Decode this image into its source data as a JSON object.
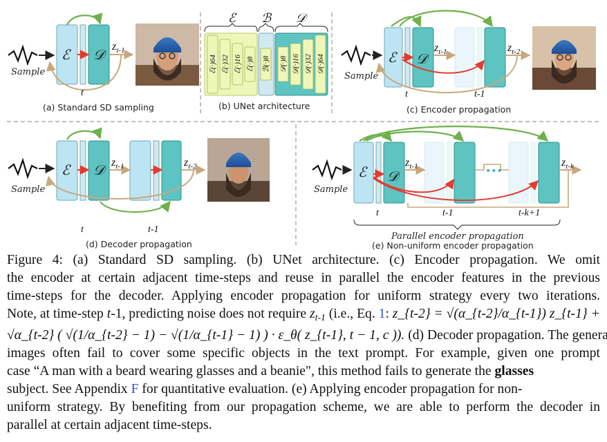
{
  "panels": {
    "a": {
      "caption": "(a) Standard SD sampling",
      "sample": "Sample",
      "enc": "ℰ",
      "dec": "𝒟",
      "z_out": "z",
      "z_out_sub": "t-1",
      "step": "t"
    },
    "b": {
      "caption": "(b) UNet architecture",
      "enc_head": "ℰ",
      "mid_head": "ℬ",
      "dec_head": "𝒟",
      "enc_blocks": [
        "ℰ(·)64",
        "ℰ(·)32",
        "ℰ(·)16",
        "ℰ(·)8"
      ],
      "mid_block": "ℬ(·)8",
      "dec_blocks": [
        "𝒟(·)8",
        "𝒟(·)16",
        "𝒟(·)32",
        "𝒟(·)64"
      ]
    },
    "c": {
      "caption": "(c) Encoder propagation",
      "sample": "Sample",
      "z1": "z",
      "z1_sub": "t-1",
      "z2": "z",
      "z2_sub": "t-2",
      "step1": "t",
      "step2": "t-1"
    },
    "d": {
      "caption": "(d) Decoder propagation",
      "sample": "Sample",
      "z1": "z",
      "z1_sub": "t-1",
      "z2": "z",
      "z2_sub": "t-2",
      "step1": "t",
      "step2": "t-1"
    },
    "e": {
      "caption": "(e) Non-uniform encoder propagation",
      "sample": "Sample",
      "z1": "z",
      "z1_sub": "t-1",
      "zk": "z",
      "zk_sub": "t-k",
      "step1": "t",
      "step2": "t-1",
      "step3": "t-k+1",
      "brace_label": "Parallel encoder propagation",
      "dots": "•••"
    }
  },
  "caption": {
    "line1": "Figure 4: (a) Standard SD sampling. (b) UNet architecture. (c) Encoder propagation. We omit",
    "line2": "the encoder at certain adjacent time-steps and reuse in parallel the encoder features in the previous",
    "line3": "time-steps for the decoder. Applying encoder propagation for uniform strategy every two iterations.",
    "line4_a": "Note, at time-step ",
    "line4_b": "t",
    "line4_c": "-1, predicting noise does not require ",
    "line4_d": "z",
    "line4_e": "t-1",
    "line4_f": " (i.e., Eq. ",
    "line4_g": "1",
    "line4_h": ": ",
    "line4_math": "z_{t-2} = √(α_{t-2}/α_{t-1}) z_{t-1} +",
    "line5_math": "√α_{t-2} ( √(1/α_{t-2} − 1) − √(1/α_{t-1} − 1) ) · ε_θ( z_{t-1}, t − 1, c )).",
    "line5_b": " (d) Decoder propagation. The generated",
    "line6": "images often fail to cover some specific objects in the text prompt. For example, given one prompt",
    "line7_a": "case “A man with a beard wearing glasses and a beanie\", this method fails to generate the ",
    "line7_b": "glasses",
    "line8_a": "subject. See Appendix ",
    "line8_b": "F",
    "line8_c": " for quantitative evaluation. (e) Applying encoder propagation for non-",
    "line9": "uniform strategy. By benefiting from our propagation scheme, we are able to perform the decoder in",
    "line10": "parallel at certain adjacent time-steps."
  },
  "colors": {
    "enc": "#bde4f2",
    "dec": "#5ec4c2",
    "bottleneck": "#cfe9ee",
    "blockYellow": "#eef7b8",
    "flow": "#c9a77c",
    "green": "#6fb04a",
    "red": "#e23b30"
  }
}
